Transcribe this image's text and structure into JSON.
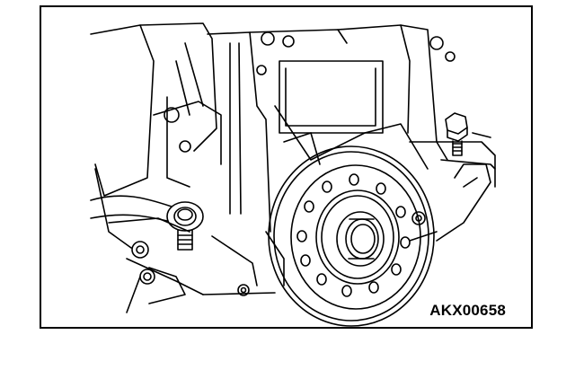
{
  "figure": {
    "code": "AKX00658",
    "colors": {
      "line": "#000000",
      "background": "#ffffff"
    },
    "elements": [
      "engine-block",
      "flywheel",
      "ring-wrench",
      "bolt",
      "bolt",
      "crankshaft-hub"
    ]
  }
}
